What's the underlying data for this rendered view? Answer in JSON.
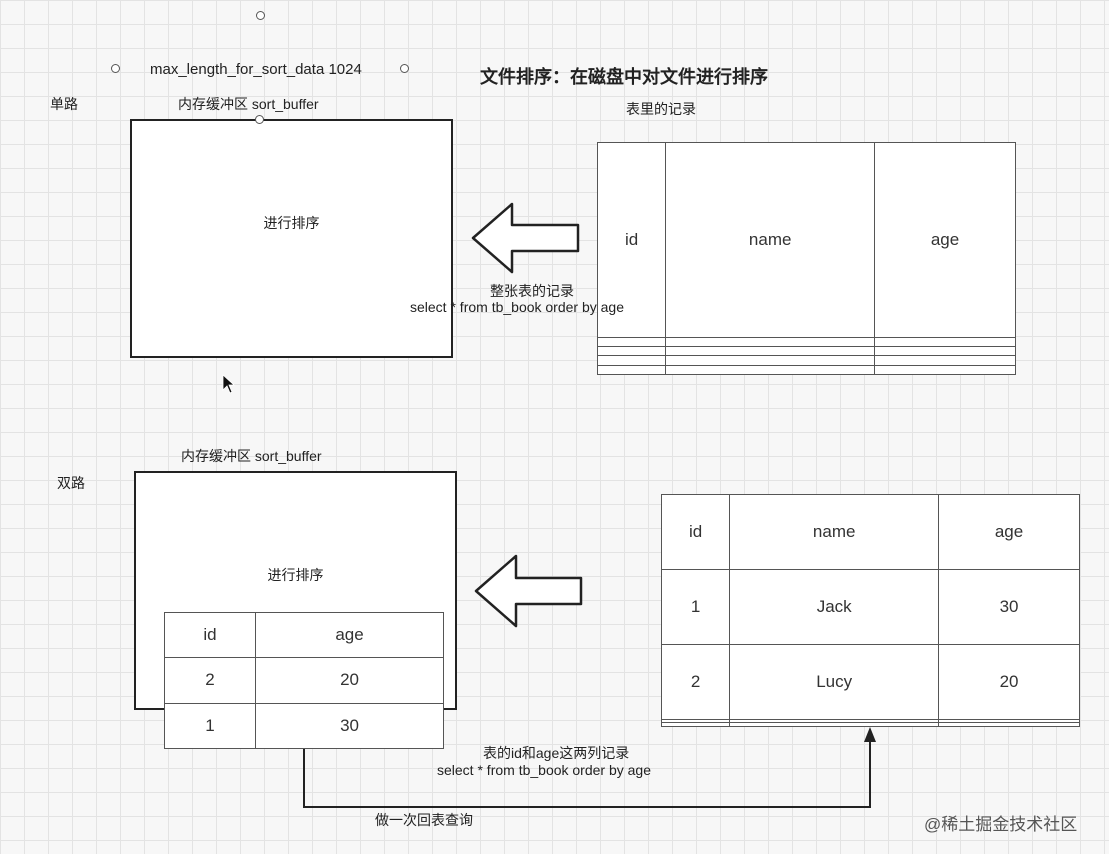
{
  "title": "文件排序：在磁盘中对文件进行排序",
  "param_label": "max_length_for_sort_data 1024",
  "single": {
    "label": "单路",
    "buffer_label": "内存缓冲区 sort_buffer",
    "buffer_text": "进行排序",
    "table_label": "表里的记录",
    "table": {
      "headers": [
        "id",
        "name",
        "age"
      ],
      "rows": [
        [
          "",
          "",
          ""
        ],
        [
          "",
          "",
          ""
        ],
        [
          "",
          "",
          ""
        ],
        [
          "",
          "",
          ""
        ]
      ]
    },
    "arrow_text": "整张表的记录",
    "sql": "select * from tb_book order by age"
  },
  "dual": {
    "label": "双路",
    "buffer_label": "内存缓冲区 sort_buffer",
    "buffer_text": "进行排序",
    "inner_table": {
      "headers": [
        "id",
        "age"
      ],
      "rows": [
        [
          "2",
          "20"
        ],
        [
          "1",
          "30"
        ]
      ]
    },
    "table": {
      "headers": [
        "id",
        "name",
        "age"
      ],
      "rows": [
        [
          "1",
          "Jack",
          "30"
        ],
        [
          "2",
          "Lucy",
          "20"
        ],
        [
          "",
          "",
          ""
        ],
        [
          "",
          "",
          ""
        ]
      ]
    },
    "arrow_text": "表的id和age这两列记录",
    "sql": "select * from tb_book order by age",
    "lookup_text": "做一次回表查询"
  },
  "watermark": "@稀土掘金技术社区"
}
